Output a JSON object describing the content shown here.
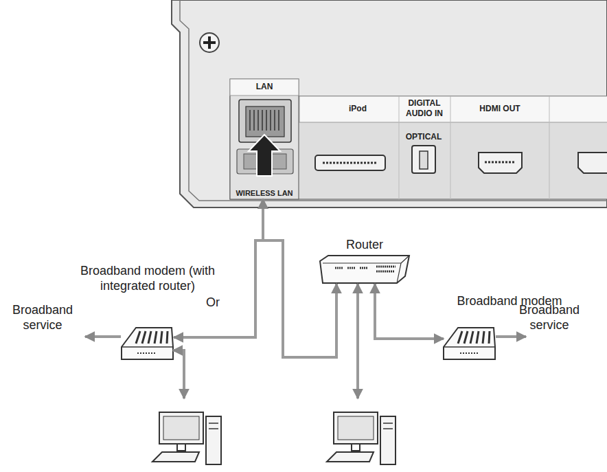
{
  "diagram": {
    "nodes": [
      {
        "text": [
          "LAN",
          "WIRELESS LAN"
        ]
      },
      {
        "text": [
          "Broadband modem (with integrated router)"
        ]
      },
      {
        "text": [
          "Router"
        ]
      },
      {
        "text": [
          "Broadband modem"
        ]
      }
    ],
    "edges": [
      {
        "from": 1,
        "to": 0,
        "arrow": "both"
      },
      {
        "from": 2,
        "to": 0,
        "arrow": "both"
      },
      {
        "from": 2,
        "to": 3,
        "arrow": "both"
      }
    ],
    "labels": [
      "iPod",
      "DIGITAL AUDIO IN",
      "OPTICAL",
      "HDMI OUT",
      "Or",
      "Broadband service",
      "Broadband service"
    ]
  }
}
